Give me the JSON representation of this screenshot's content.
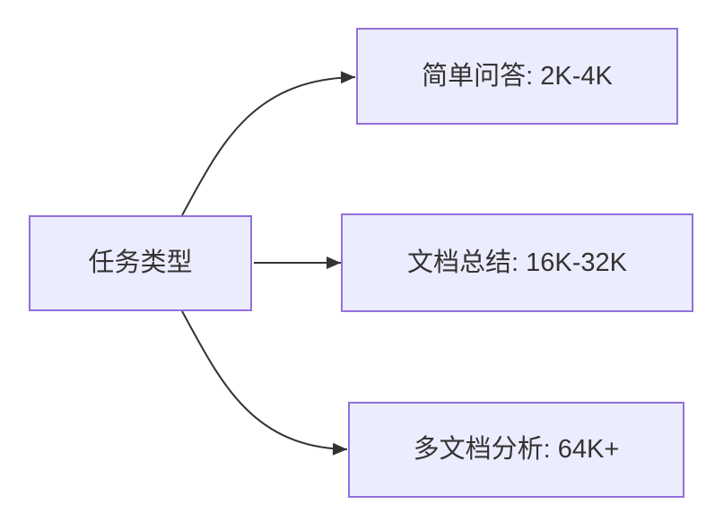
{
  "diagram": {
    "type": "flowchart",
    "direction": "left-to-right",
    "nodes": [
      {
        "id": "task-type",
        "label": "任务类型"
      },
      {
        "id": "simple-qa",
        "label": "简单问答: 2K-4K"
      },
      {
        "id": "doc-summary",
        "label": "文档总结: 16K-32K"
      },
      {
        "id": "multi-doc-analysis",
        "label": "多文档分析: 64K+"
      }
    ],
    "edges": [
      {
        "from": "task-type",
        "to": "simple-qa"
      },
      {
        "from": "task-type",
        "to": "doc-summary"
      },
      {
        "from": "task-type",
        "to": "multi-doc-analysis"
      }
    ],
    "colors": {
      "node_fill": "#ECECFF",
      "node_border": "#9370DB",
      "edge_stroke": "#333333",
      "text": "#333333",
      "background": "#FFFFFF"
    }
  }
}
